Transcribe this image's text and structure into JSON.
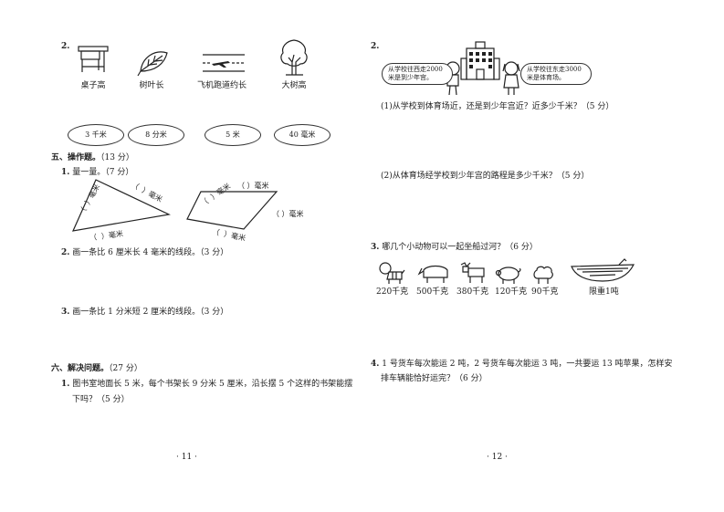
{
  "left": {
    "q2_number": "2.",
    "pictures": [
      {
        "label": "桌子高",
        "icon": "desk-icon"
      },
      {
        "label": "树叶长",
        "icon": "leaf-icon"
      },
      {
        "label": "飞机跑道约长",
        "icon": "runway-icon"
      },
      {
        "label": "大树高",
        "icon": "tree-icon"
      }
    ],
    "answers": [
      "3 千米",
      "8 分米",
      "5 米",
      "40 毫米"
    ],
    "section5": {
      "title": "五、操作题。",
      "score": "（13 分）",
      "q1_num": "1.",
      "q1_text": "量一量。（7 分）",
      "blank": "（    ）毫米",
      "q2_num": "2.",
      "q2_text": "画一条比 6 厘米长 4 毫米的线段。（3 分）",
      "q3_num": "3.",
      "q3_text": "画一条比 1 分米短 2 厘米的线段。（3 分）"
    },
    "section6": {
      "title": "六、解决问题。",
      "score": "（27 分）",
      "q1_num": "1.",
      "q1_line1": "图书室地面长 5 米，每个书架长 9 分米 5 厘米，沿长摆 5 个这样的书架能摆",
      "q1_line2": "下吗？（5 分）"
    },
    "page_number": "· 11 ·"
  },
  "right": {
    "q2_number": "2.",
    "bubble_left": "从学校往西走2000\n米是到少年宫。",
    "bubble_right": "从学校往东走3000\n米是体育场。",
    "q2_1": "(1)从学校到体育场近，还是到少年宫近？近多少千米？（5 分）",
    "q2_2": "(2)从体育场经学校到少年宫的路程是多少千米？（5 分）",
    "q3_num": "3.",
    "q3_text": "哪几个小动物可以一起坐船过河？（6 分）",
    "animals": [
      {
        "weight": "220千克",
        "icon": "tiger-icon"
      },
      {
        "weight": "500千克",
        "icon": "rhino-icon"
      },
      {
        "weight": "380千克",
        "icon": "cow-icon"
      },
      {
        "weight": "120千克",
        "icon": "pig-icon"
      },
      {
        "weight": "90千克",
        "icon": "sheep-icon"
      }
    ],
    "boat_label": "限重1吨",
    "q4_num": "4.",
    "q4_line1": "1 号货车每次能运 2 吨，2 号货车每次能运 3 吨，一共要运 13 吨苹果，怎样安",
    "q4_line2": "排车辆能恰好运完？（6 分）",
    "page_number": "· 12 ·"
  }
}
